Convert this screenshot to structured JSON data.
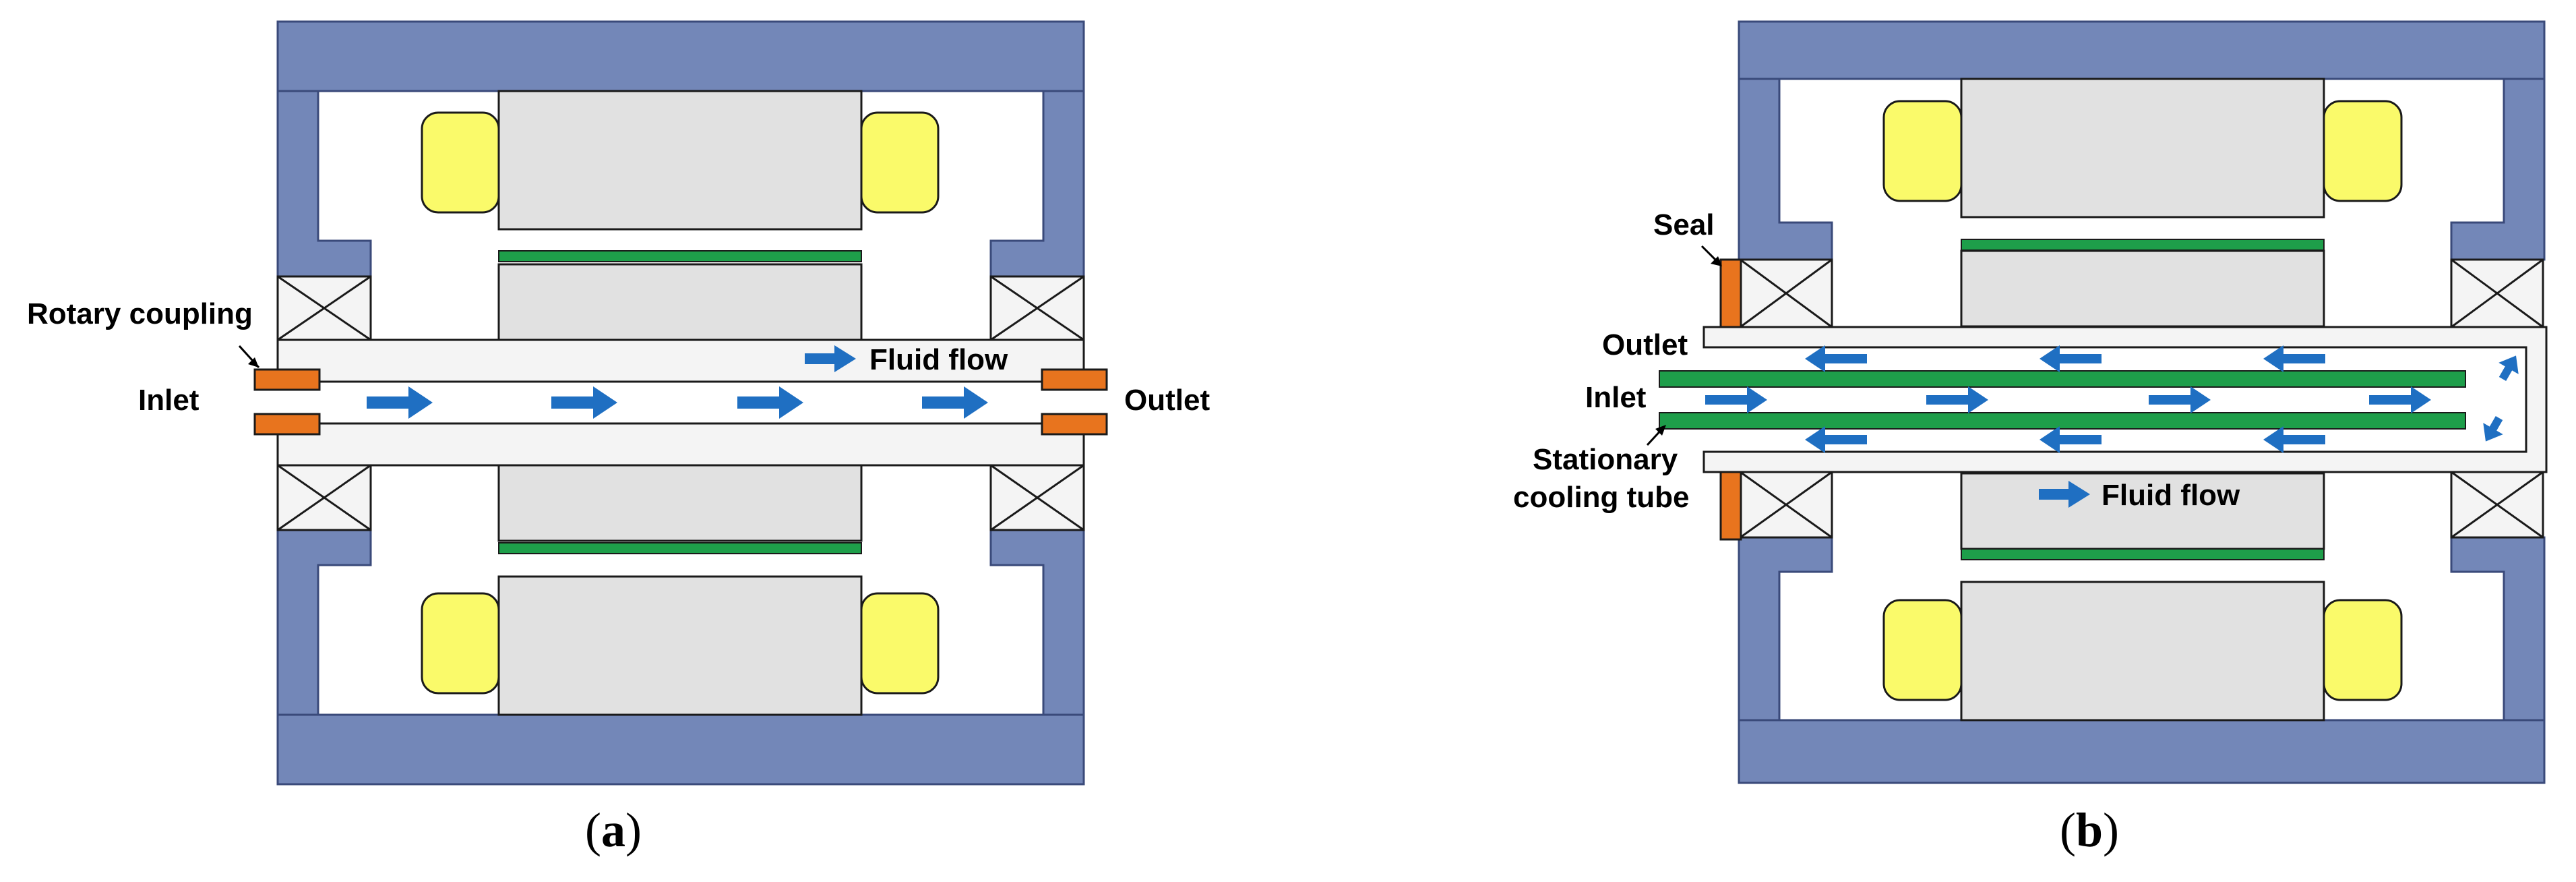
{
  "colors": {
    "housing": "#7387B8",
    "housing_stroke": "#3A4A7A",
    "core": "#E1E1E1",
    "coil": "#FAFA6A",
    "magnet": "#1E9E4A",
    "coupling": "#E8741E",
    "arrow": "#1F6FC2",
    "shaft": "#F4F4F4",
    "outline": "#1A1A1A"
  },
  "icons": {
    "flow_arrow": "right-arrow-icon",
    "bearing": "crossed-box-icon"
  },
  "panel_a": {
    "rotary_coupling": "Rotary coupling",
    "inlet": "Inlet",
    "outlet": "Outlet",
    "fluid_flow": "Fluid flow",
    "caption_open": "(",
    "caption_letter": "a",
    "caption_close": ")"
  },
  "panel_b": {
    "seal": "Seal",
    "outlet": "Outlet",
    "inlet": "Inlet",
    "stationary_line1": "Stationary",
    "stationary_line2": "cooling tube",
    "fluid_flow": "Fluid flow",
    "caption_open": "(",
    "caption_letter": "b",
    "caption_close": ")"
  }
}
